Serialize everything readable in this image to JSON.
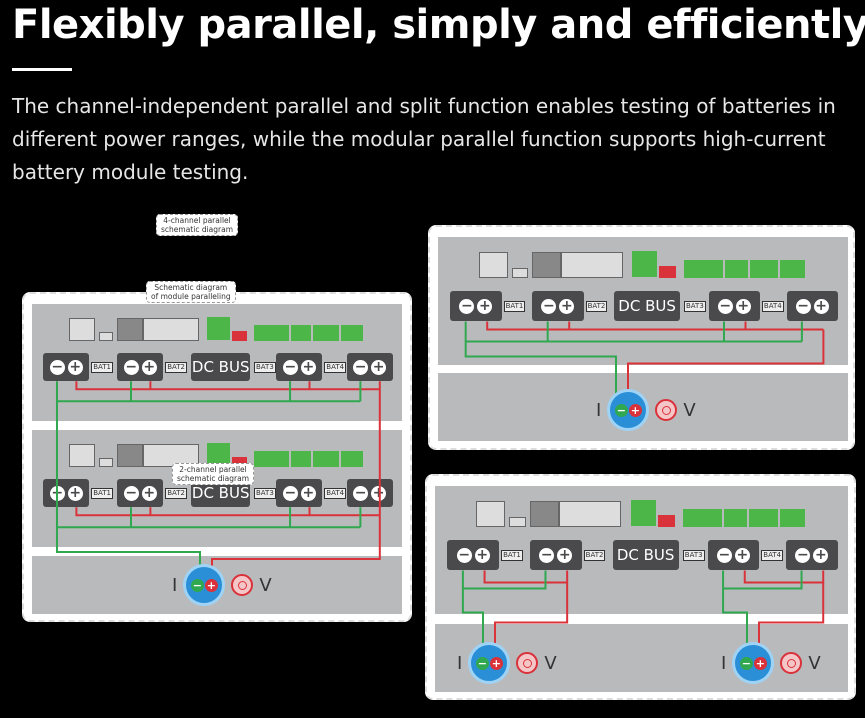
{
  "header": {
    "title": "Flexibly parallel, simply and efficiently.",
    "description": "The channel-independent parallel and split function enables testing of batteries in different power ranges, while the modular parallel function supports high-current battery module testing."
  },
  "diagram": {
    "bat_labels": [
      "BAT1",
      "BAT2",
      "BAT3",
      "BAT4"
    ],
    "dc_bus": "DC BUS",
    "minus": "−",
    "plus": "+",
    "current": "I",
    "voltage": "V",
    "panels": [
      {
        "label_line1": "Schematic diagram",
        "label_line2": "of module paralleling"
      },
      {
        "label_line1": "4-channel parallel",
        "label_line2": "schematic diagram"
      },
      {
        "label_line1": "2-channel parallel",
        "label_line2": "schematic diagram"
      }
    ]
  },
  "colors": {
    "positive_wire": "#d9323a",
    "negative_wire": "#2fa84f",
    "connector": "#4cb648",
    "meter": "#2a8fd6"
  }
}
